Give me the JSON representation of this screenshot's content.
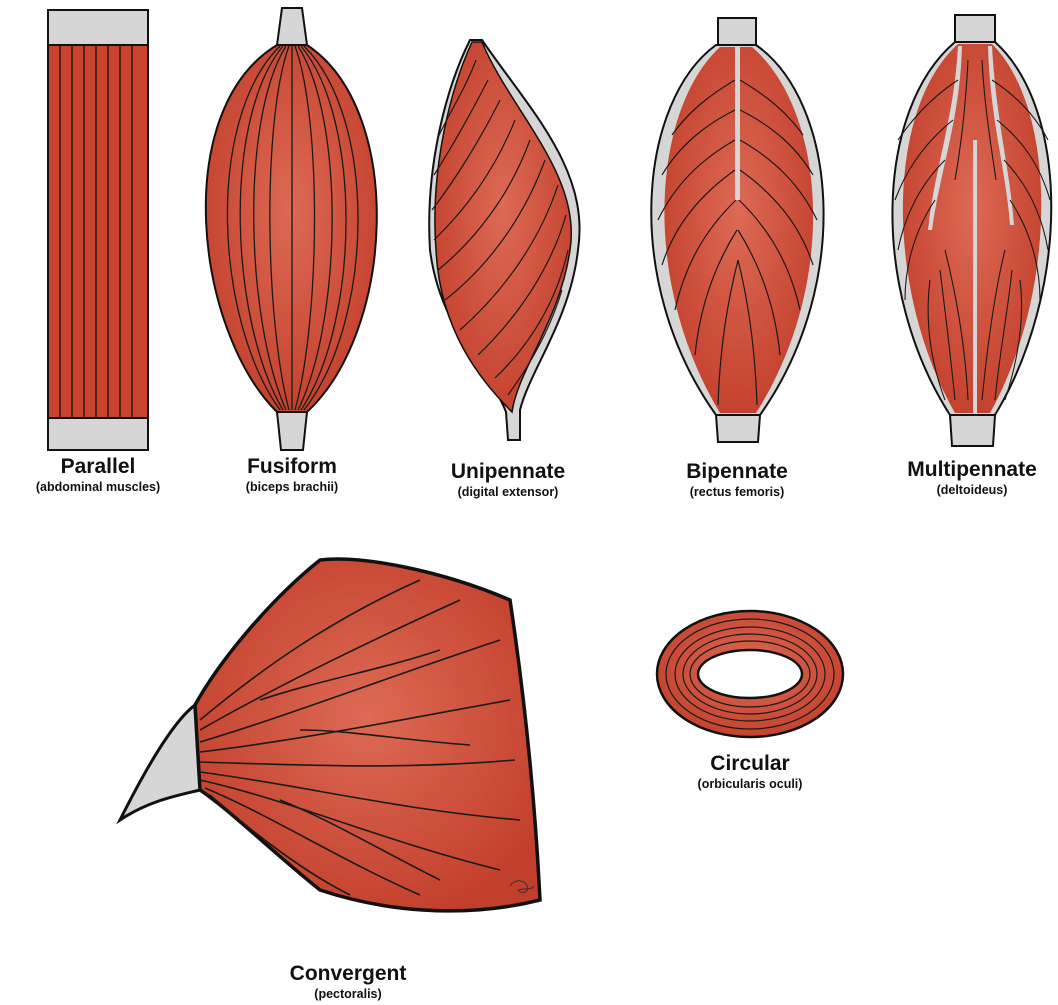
{
  "colors": {
    "muscle": "#cc4530",
    "muscle_light": "#dd6a55",
    "tendon": "#d6d6d6",
    "outline": "#111111",
    "fiber": "#1a1a1a"
  },
  "muscles": [
    {
      "name": "Parallel",
      "example": "(abdominal muscles)"
    },
    {
      "name": "Fusiform",
      "example": "(biceps brachii)"
    },
    {
      "name": "Unipennate",
      "example": "(digital extensor)"
    },
    {
      "name": "Bipennate",
      "example": "(rectus femoris)"
    },
    {
      "name": "Multipennate",
      "example": "(deltoideus)"
    },
    {
      "name": "Circular",
      "example": "(orbicularis oculi)"
    },
    {
      "name": "Convergent",
      "example": "(pectoralis)"
    }
  ]
}
